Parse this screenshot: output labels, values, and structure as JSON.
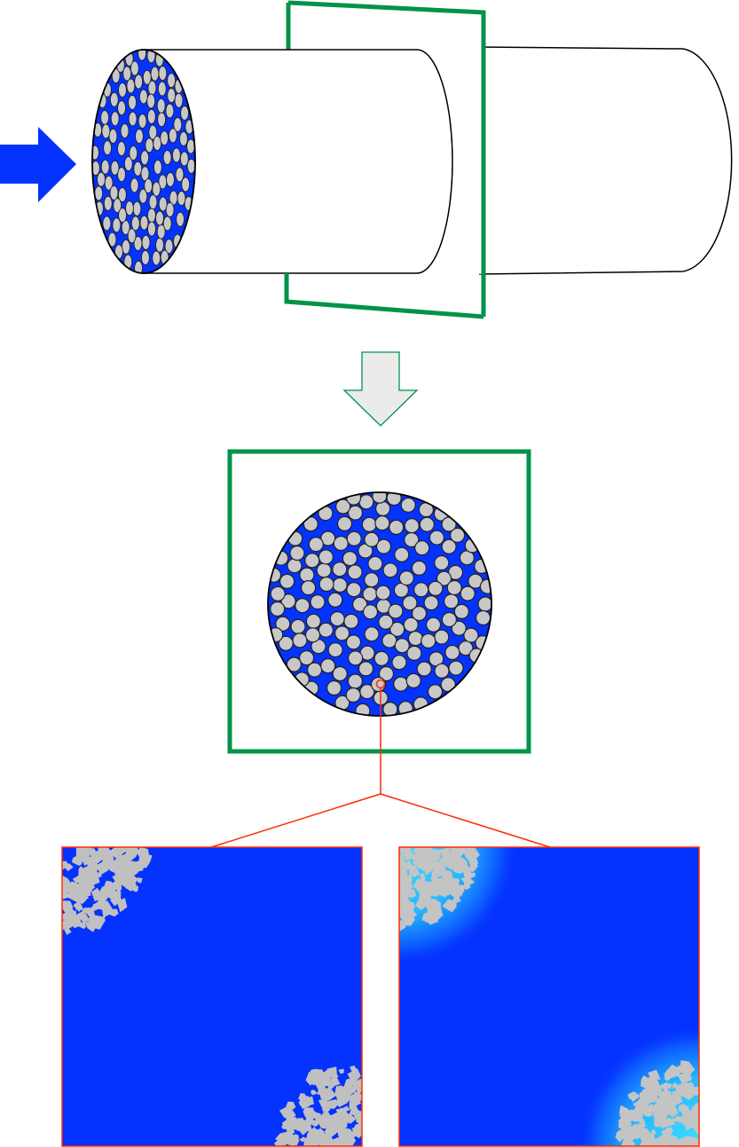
{
  "figure": {
    "colors": {
      "matrix": "#0432ff",
      "grain": "#c8c8c8",
      "grain_outline": "#222222",
      "section_plane": "#00934a",
      "zoom_line": "#ff2a00",
      "process_arrow_fill": "#ebebeb",
      "flow_arrow": "#0432ff",
      "interface_glow": "#3ee0ff"
    },
    "icons": {
      "flow_arrow": "right-arrow-icon",
      "process_arrow": "down-arrow-icon"
    },
    "panels": {
      "cylinder": "sample-cylinder-with-section-plane",
      "cross_section": "cut-cross-section",
      "zoom_left": "microstructure-zoom-initial",
      "zoom_right": "microstructure-zoom-with-interface-gradient"
    }
  }
}
